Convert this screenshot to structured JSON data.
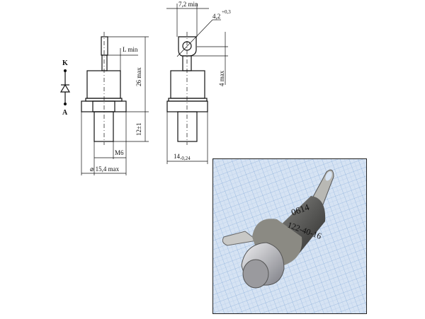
{
  "drawing": {
    "symbol": {
      "cathode": "K",
      "anode": "A"
    },
    "front_view": {
      "l_min": "L min",
      "height": "26 max",
      "stud_length": "12±1",
      "thread": "M6",
      "diameter": "⌀ 15,4 max"
    },
    "side_view": {
      "tab_width": "7,2 min",
      "hole": "4,2",
      "hole_tol": "+0,3",
      "tab_height": "4 max",
      "flange": "14",
      "flange_tol": "-0,24"
    }
  },
  "photo": {
    "marking_line1": "0614",
    "marking_line2": "122-40-16",
    "background_color": "#d6e3f3",
    "grid_color": "#8fb1dc"
  }
}
